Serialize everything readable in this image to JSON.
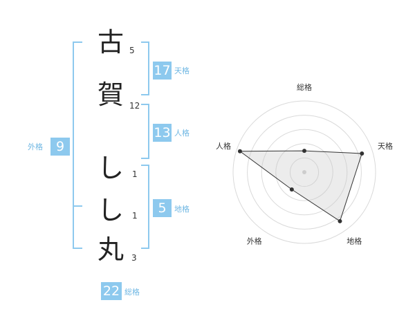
{
  "name_chars": [
    {
      "char": "古",
      "strokes": "5"
    },
    {
      "char": "賀",
      "strokes": "12"
    },
    {
      "char": "し",
      "strokes": "1"
    },
    {
      "char": "し",
      "strokes": "1"
    },
    {
      "char": "丸",
      "strokes": "3"
    }
  ],
  "kakusu": {
    "tenkaku": {
      "value": "17",
      "label": "天格"
    },
    "jinkaku": {
      "value": "13",
      "label": "人格"
    },
    "chikaku": {
      "value": "5",
      "label": "地格"
    },
    "gaikaku": {
      "value": "9",
      "label": "外格"
    },
    "soukaku": {
      "value": "22",
      "label": "総格"
    }
  },
  "colors": {
    "accent": "#8dc9ee",
    "accent_text": "#6fb7e3"
  },
  "chart_data": {
    "type": "radar",
    "axes": [
      "総格",
      "天格",
      "地格",
      "外格",
      "人格"
    ],
    "values": [
      0.3,
      0.85,
      0.85,
      0.3,
      0.95
    ],
    "range": [
      0,
      1
    ],
    "rings": 5,
    "grid": true
  }
}
